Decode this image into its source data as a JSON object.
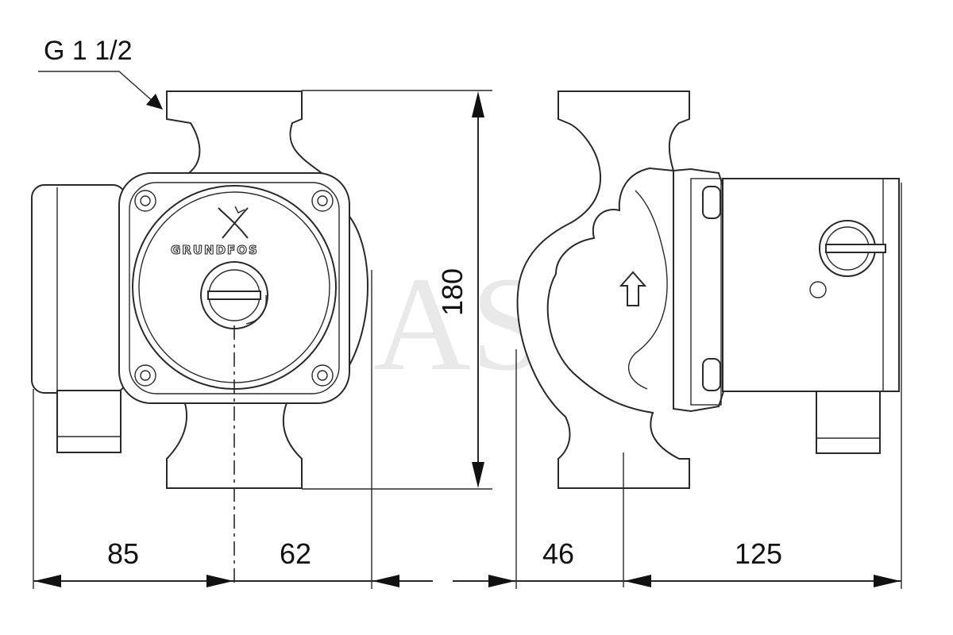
{
  "drawing": {
    "connection_label": "G 1 1/2",
    "brand_name": "GRUNDFOS",
    "watermark": "AS",
    "dimensions": {
      "height": "180",
      "front_left": "85",
      "front_right": "62",
      "side_left": "46",
      "side_right": "125"
    }
  },
  "colors": {
    "line": "#2a2a2a",
    "arrow": "#111111",
    "background": "#ffffff",
    "watermark": "#e9e9e9"
  }
}
